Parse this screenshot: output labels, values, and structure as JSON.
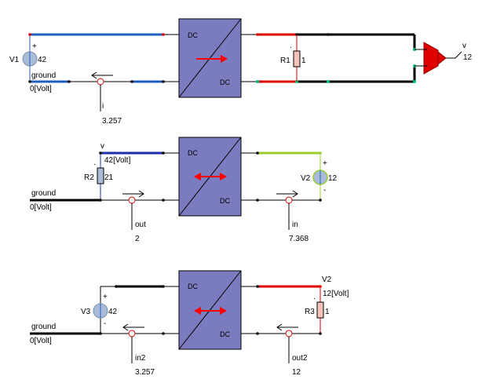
{
  "colors": {
    "converter_fill": "#7b7bbf",
    "source_fill": "#a8bcd8",
    "wire_blue": "#1f5fbf",
    "wire_navy": "#1e2ea8",
    "wire_red": "#e00000",
    "wire_green": "#9acd32",
    "wire_black": "#000000",
    "arrow_red": "#ff0000",
    "node_green": "#00c080"
  },
  "circuit1": {
    "source_label": "V1",
    "source_value": "42",
    "plus": "+",
    "ground": "ground",
    "ground_value": "0[Volt]",
    "converter_in": "DC",
    "converter_out": "DC",
    "resistor_label": "R1",
    "resistor_value": "1",
    "resistor_dot": "·",
    "current_label": "i",
    "current_value": "3.257",
    "probe_label": "v",
    "probe_value": "12"
  },
  "circuit2": {
    "node_label": "v",
    "node_value": "42[Volt]",
    "resistor_label": "R2",
    "resistor_value": "21",
    "resistor_dot": "·",
    "ground": "ground",
    "ground_value": "0[Volt]",
    "converter_in": "DC",
    "converter_out": "DC",
    "source_label": "V2",
    "source_value": "12",
    "plus": "+",
    "minus": "-",
    "current_out_label": "out",
    "current_out_value": "2",
    "current_in_label": "in",
    "current_in_value": "7.368"
  },
  "circuit3": {
    "source_label": "V3",
    "source_value": "42",
    "plus": "+",
    "minus": "-",
    "ground": "ground",
    "ground_value": "0[Volt]",
    "converter_in": "DC",
    "converter_out": "DC",
    "node_label": "V2",
    "node_value": "12[Volt]",
    "resistor_label": "R3",
    "resistor_value": "1",
    "resistor_dot": "·",
    "current_in_label": "in2",
    "current_in_value": "3.257",
    "current_out_label": "out2",
    "current_out_value": "12"
  }
}
